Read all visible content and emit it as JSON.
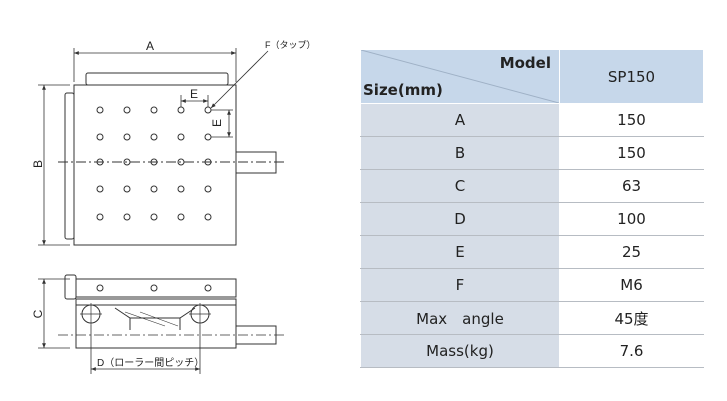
{
  "drawing": {
    "labels": {
      "A": "A",
      "B": "B",
      "C": "C",
      "E_horizontal": "E",
      "E_vertical": "E",
      "F": "F（タップ）",
      "D": "D（ローラー間ピッチ）"
    }
  },
  "table": {
    "header_model": "Model",
    "header_size": "Size(mm)",
    "model_name": "SP150",
    "rows": [
      {
        "label": "A",
        "value": "150"
      },
      {
        "label": "B",
        "value": "150"
      },
      {
        "label": "C",
        "value": "63"
      },
      {
        "label": "D",
        "value": "100"
      },
      {
        "label": "E",
        "value": "25"
      },
      {
        "label": "F",
        "value": "M6"
      },
      {
        "label": "Max　angle",
        "value": "45度"
      },
      {
        "label": "Mass(kg)",
        "value": "7.6"
      }
    ]
  },
  "colors": {
    "header_bg": "#c6d7ea",
    "label_bg": "#d6dde7",
    "line": "#333333"
  }
}
